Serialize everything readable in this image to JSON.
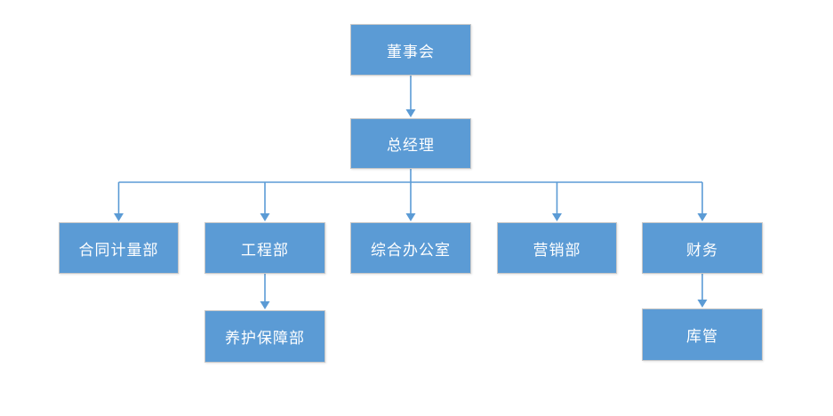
{
  "colors": {
    "box_fill": "#5b9bd5",
    "box_border": "#c8c8c8",
    "connector": "#5b9bd5",
    "box_text": "#ffffff",
    "background": "#ffffff"
  },
  "org_chart": {
    "nodes": {
      "board": {
        "label": "董事会",
        "level": 1
      },
      "general_manager": {
        "label": "总经理",
        "level": 2
      },
      "contract_measurement_dept": {
        "label": "合同计量部",
        "level": 3
      },
      "engineering_dept": {
        "label": "工程部",
        "level": 3
      },
      "general_office": {
        "label": "综合办公室",
        "level": 3
      },
      "marketing_dept": {
        "label": "营销部",
        "level": 3
      },
      "finance": {
        "label": "财务",
        "level": 3
      },
      "maintenance_support_dept": {
        "label": "养护保障部",
        "level": 4
      },
      "warehouse_keeper": {
        "label": "库管",
        "level": 4
      }
    },
    "edges": [
      {
        "from": "board",
        "to": "general_manager"
      },
      {
        "from": "general_manager",
        "to": "contract_measurement_dept"
      },
      {
        "from": "general_manager",
        "to": "engineering_dept"
      },
      {
        "from": "general_manager",
        "to": "general_office"
      },
      {
        "from": "general_manager",
        "to": "marketing_dept"
      },
      {
        "from": "general_manager",
        "to": "finance"
      },
      {
        "from": "engineering_dept",
        "to": "maintenance_support_dept"
      },
      {
        "from": "finance",
        "to": "warehouse_keeper"
      }
    ]
  }
}
